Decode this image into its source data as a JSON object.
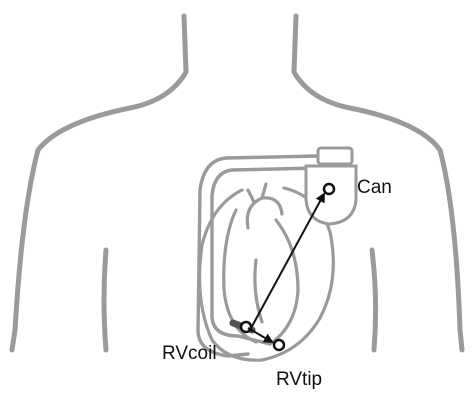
{
  "labels": {
    "can": "Can",
    "rvcoil": "RVcoil",
    "rvtip": "RVtip"
  },
  "colors": {
    "outline": "#9a9a9a",
    "arrow": "#111111",
    "background": "#ffffff"
  }
}
